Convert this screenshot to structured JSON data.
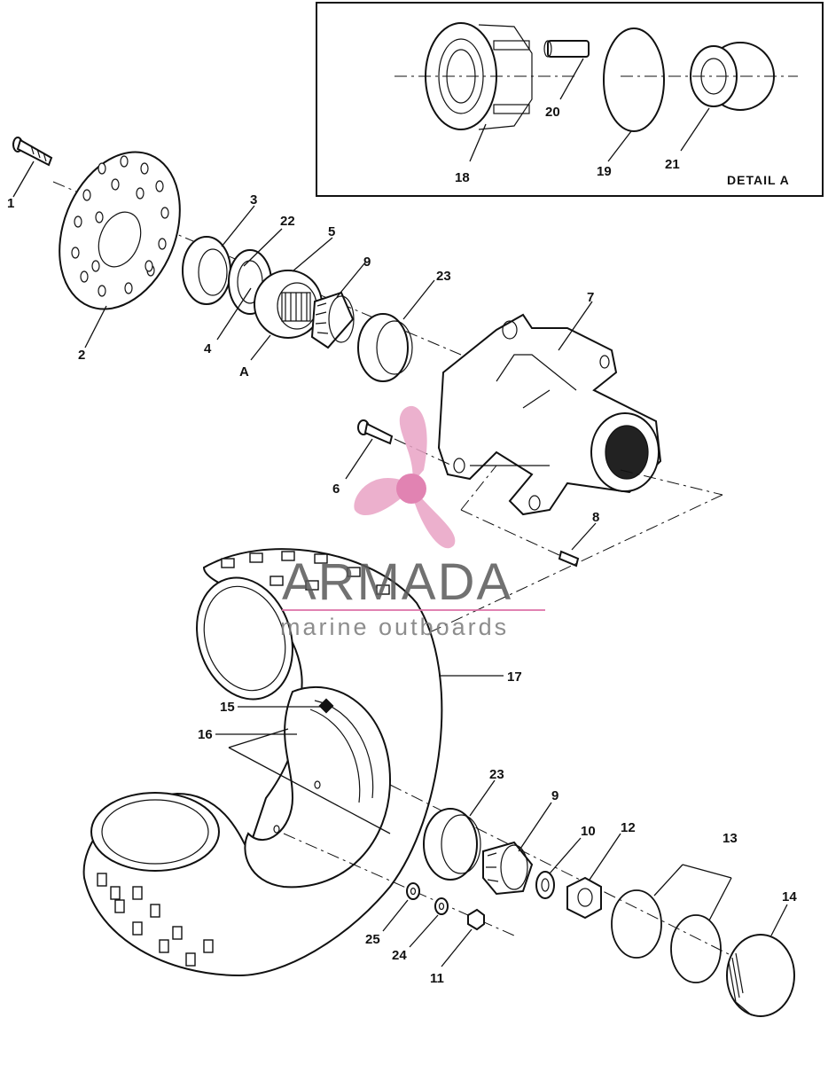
{
  "detail_box": {
    "title": "DETAIL A"
  },
  "callouts": {
    "c1": "1",
    "c2": "2",
    "c3": "3",
    "c4": "4",
    "c5": "5",
    "c6": "6",
    "c7": "7",
    "c8": "8",
    "c9a": "9",
    "c9b": "9",
    "c10": "10",
    "c11": "11",
    "c12": "12",
    "c13": "13",
    "c14": "14",
    "c15": "15",
    "c16": "16",
    "c17": "17",
    "c18": "18",
    "c19": "19",
    "c20": "20",
    "c21": "21",
    "c22": "22",
    "c23a": "23",
    "c23b": "23",
    "c24": "24",
    "c25": "25",
    "cA": "A"
  },
  "watermark": {
    "brand": "ARMADA",
    "tagline": "marine outboards",
    "colors": {
      "logo": "#e9a3c5",
      "logo_center": "#dc6ea5",
      "text": "#595959",
      "rule": "#dc6ea5"
    }
  }
}
